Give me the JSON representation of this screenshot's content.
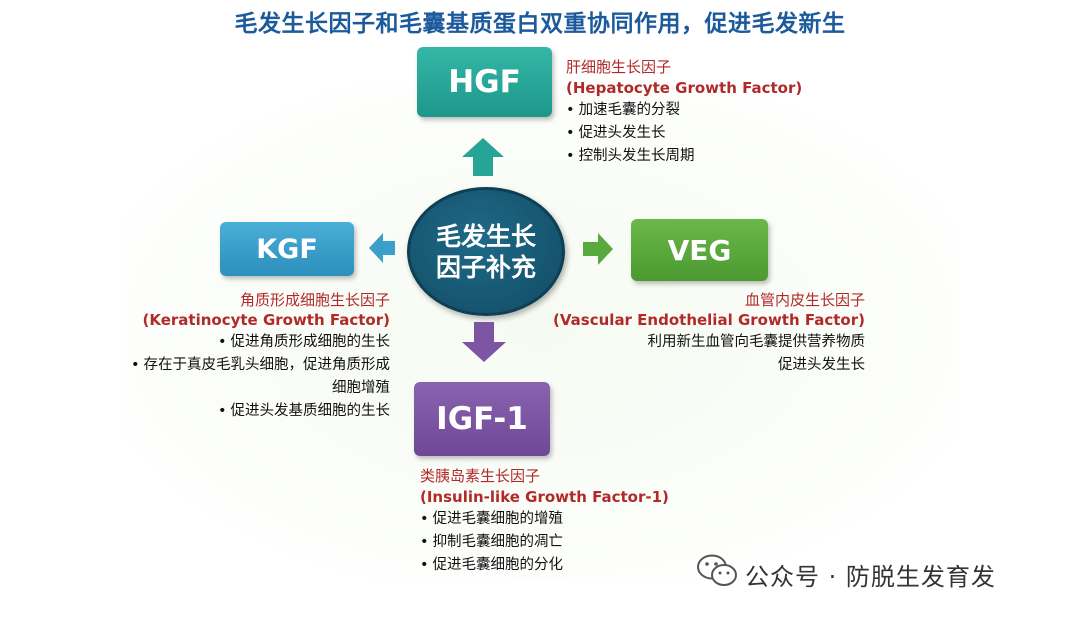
{
  "title": "毛发生长因子和毛囊基质蛋白双重协同作用，促进毛发新生",
  "center": {
    "line1": "毛发生长",
    "line2": "因子补充"
  },
  "factors": {
    "hgf": {
      "abbr": "HGF",
      "name_cn": "肝细胞生长因子",
      "name_en": "(Hepatocyte Growth Factor)",
      "bullets": [
        "加速毛囊的分裂",
        "促进头发生长",
        "控制头发生长周期"
      ]
    },
    "kgf": {
      "abbr": "KGF",
      "name_cn": "角质形成细胞生长因子",
      "name_en": "(Keratinocyte Growth Factor)",
      "bullets": [
        "促进角质形成细胞的生长",
        "存在于真皮毛乳头细胞，促进角质形成",
        "细胞增殖",
        "促进头发基质细胞的生长"
      ]
    },
    "veg": {
      "abbr": "VEG",
      "name_cn": "血管内皮生长因子",
      "name_en": "(Vascular Endothelial Growth Factor)",
      "lines": [
        "利用新生血管向毛囊提供营养物质",
        "促进头发生长"
      ]
    },
    "igf": {
      "abbr": "IGF-1",
      "name_cn": "类胰岛素生长因子",
      "name_en": "(Insulin-like Growth Factor-1)",
      "bullets": [
        "促进毛囊细胞的增殖",
        "抑制毛囊细胞的凋亡",
        "促进毛囊细胞的分化"
      ]
    }
  },
  "bullet_char": "•",
  "watermark": {
    "icon": "wechat-icon",
    "text": "公众号 · 防脱生发育发"
  },
  "colors": {
    "title": "#1c5a9c",
    "hgf": "#26a596",
    "kgf": "#3a9fca",
    "veg": "#5aa93c",
    "igf": "#7c55a3",
    "center": "#124a63",
    "label": "#b12a2a"
  }
}
